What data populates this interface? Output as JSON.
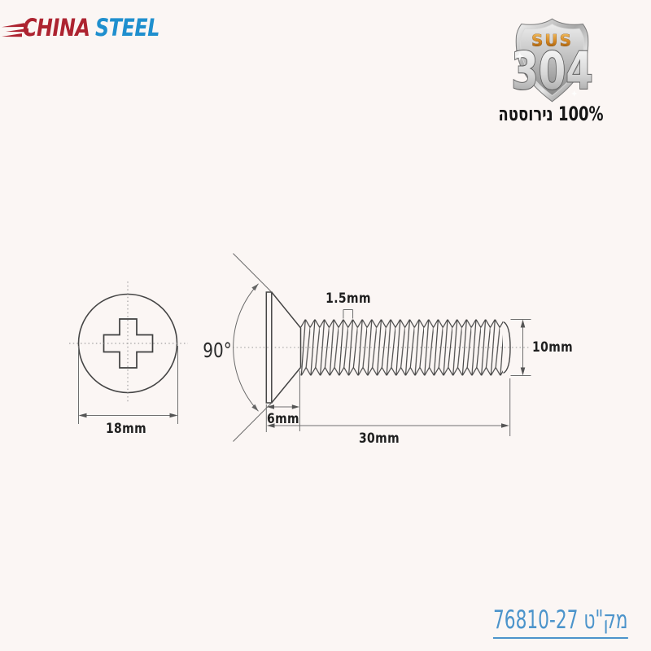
{
  "logo": {
    "part1": "CHINA",
    "part2": "STEEL"
  },
  "badge": {
    "sus": "SUS",
    "grade": "304",
    "purity": "100% נירוסטה"
  },
  "sku": {
    "text": "מק\"ט 76810-27"
  },
  "dims": {
    "head_dia": "18mm",
    "angle": "90°",
    "pitch": "1.5mm",
    "head_h": "6mm",
    "length": "30mm",
    "dia": "10mm"
  }
}
